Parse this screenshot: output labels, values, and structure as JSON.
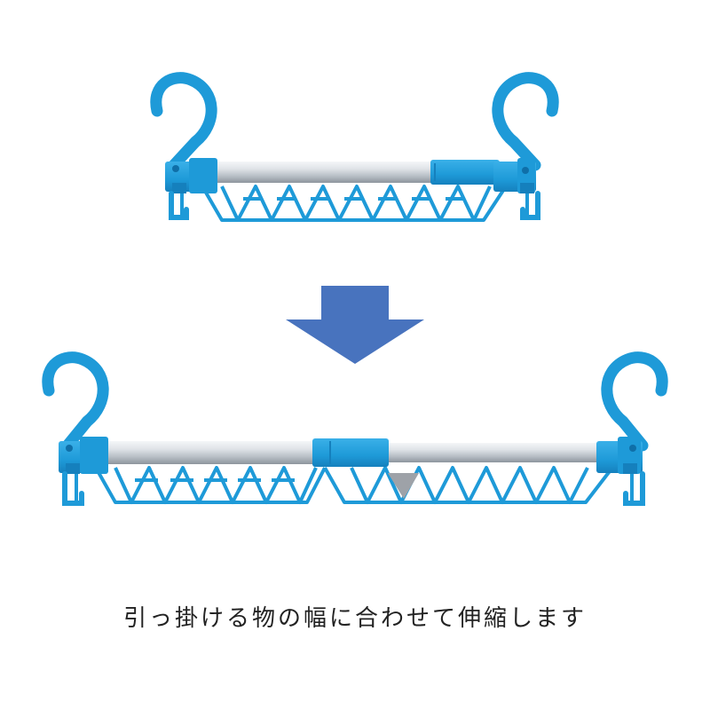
{
  "caption": "引っ掛ける物の幅に合わせて伸縮します",
  "colors": {
    "hanger_blue": "#1e9ad8",
    "hanger_blue_dark": "#0f6fa8",
    "rod_light": "#eef1f4",
    "rod_mid": "#c3cad1",
    "rod_dark": "#8d959d",
    "arrow_blue": "#4873be",
    "gray_triangle": "#9ea2a8"
  },
  "illustration": {
    "top_hanger": "hanger-collapsed",
    "arrow": "arrow-down-icon",
    "bottom_hanger": "hanger-extended"
  }
}
